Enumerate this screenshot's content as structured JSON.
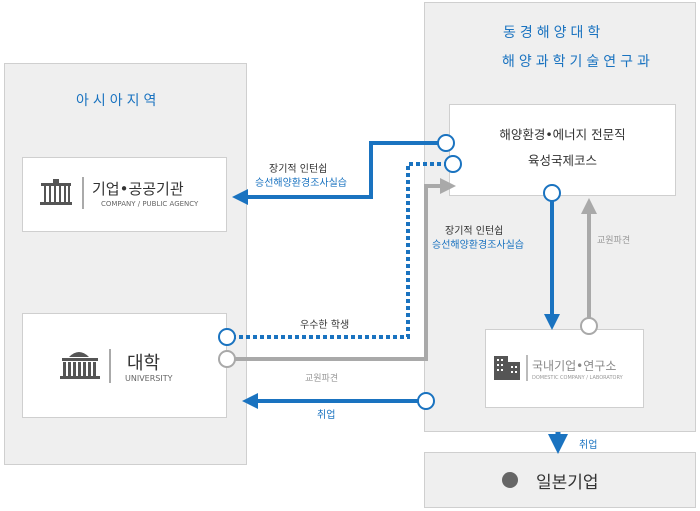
{
  "asia": {
    "title": "아시아지역"
  },
  "dongguk": {
    "title_line1": "동경해양대학",
    "title_line2": "해양과학기술연구과"
  },
  "corp": {
    "name": "기업•공공기관",
    "sub": "COMPANY / PUBLIC AGENCY"
  },
  "univ": {
    "name": "대학",
    "sub": "UNIVERSITY"
  },
  "course": {
    "line1": "해양환경•에너지 전문직",
    "line2": "육성국제코스"
  },
  "lab": {
    "name": "국내기업•연구소",
    "sub": "DOMESTIC COMPANY / LABORATORY"
  },
  "japan": {
    "name": "일본기업"
  },
  "labels": {
    "internship_top": "장기적 인턴쉽",
    "internship_top_sub": "승선해양환경조사실습",
    "internship_mid": "장기적 인턴쉽",
    "internship_mid_sub": "승선해양환경조사실습",
    "excellent_student": "우수한 학생",
    "faculty_dispatch_mid": "교원파견",
    "faculty_dispatch_right": "교원파견",
    "employment_left": "취업",
    "employment_bottom": "취업"
  },
  "colors": {
    "blue": "#1a73c0",
    "gray": "#a9a9a9",
    "panel": "#efefef"
  }
}
